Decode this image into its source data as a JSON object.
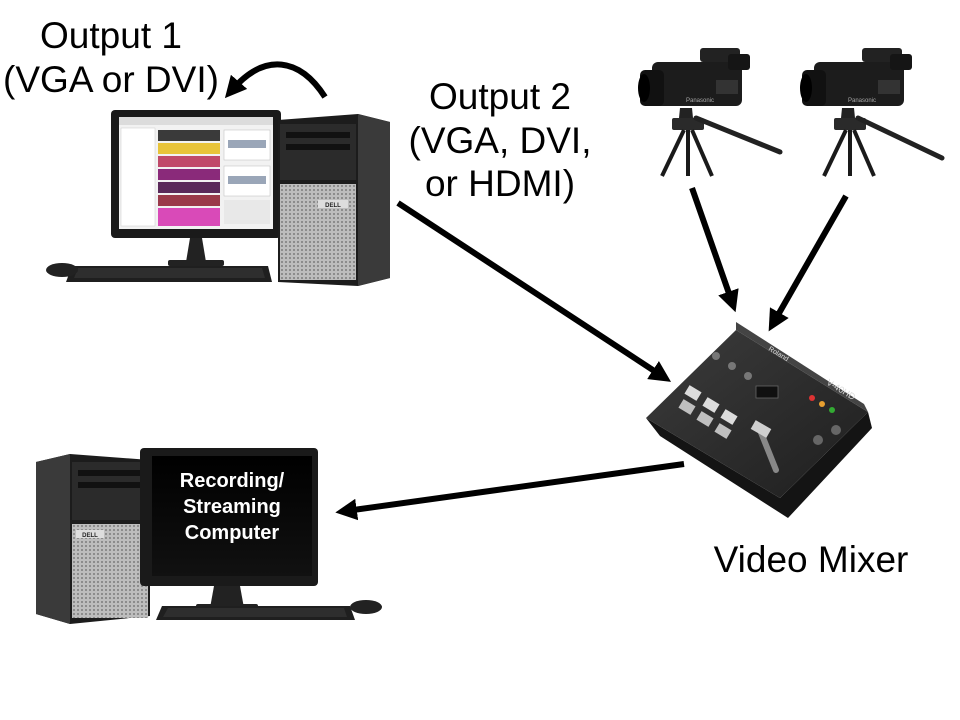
{
  "labels": {
    "output1": [
      "Output 1",
      "(VGA or DVI)"
    ],
    "output2": [
      "Output 2",
      "(VGA, DVI,",
      "or HDMI)"
    ],
    "video_mixer": "Video Mixer",
    "recording_computer": [
      "Recording/",
      "Streaming",
      "Computer"
    ]
  },
  "brand_text": {
    "camera": "Panasonic",
    "mixer": "Roland",
    "mixer_model": "V-40HD",
    "computer": "DELL"
  },
  "colors": {
    "arrow": "#000000",
    "tower": "#2b2b2b",
    "monitor_bezel": "#1a1a1a",
    "mixer_body": "#2a2a2a",
    "screen_ui_accents": [
      "#e8c43a",
      "#c04a6a",
      "#d94ab8",
      "#8a2a7a"
    ]
  },
  "icons": [
    "desktop-computer-icon",
    "video-camera-icon",
    "video-mixer-icon",
    "recording-computer-icon"
  ]
}
